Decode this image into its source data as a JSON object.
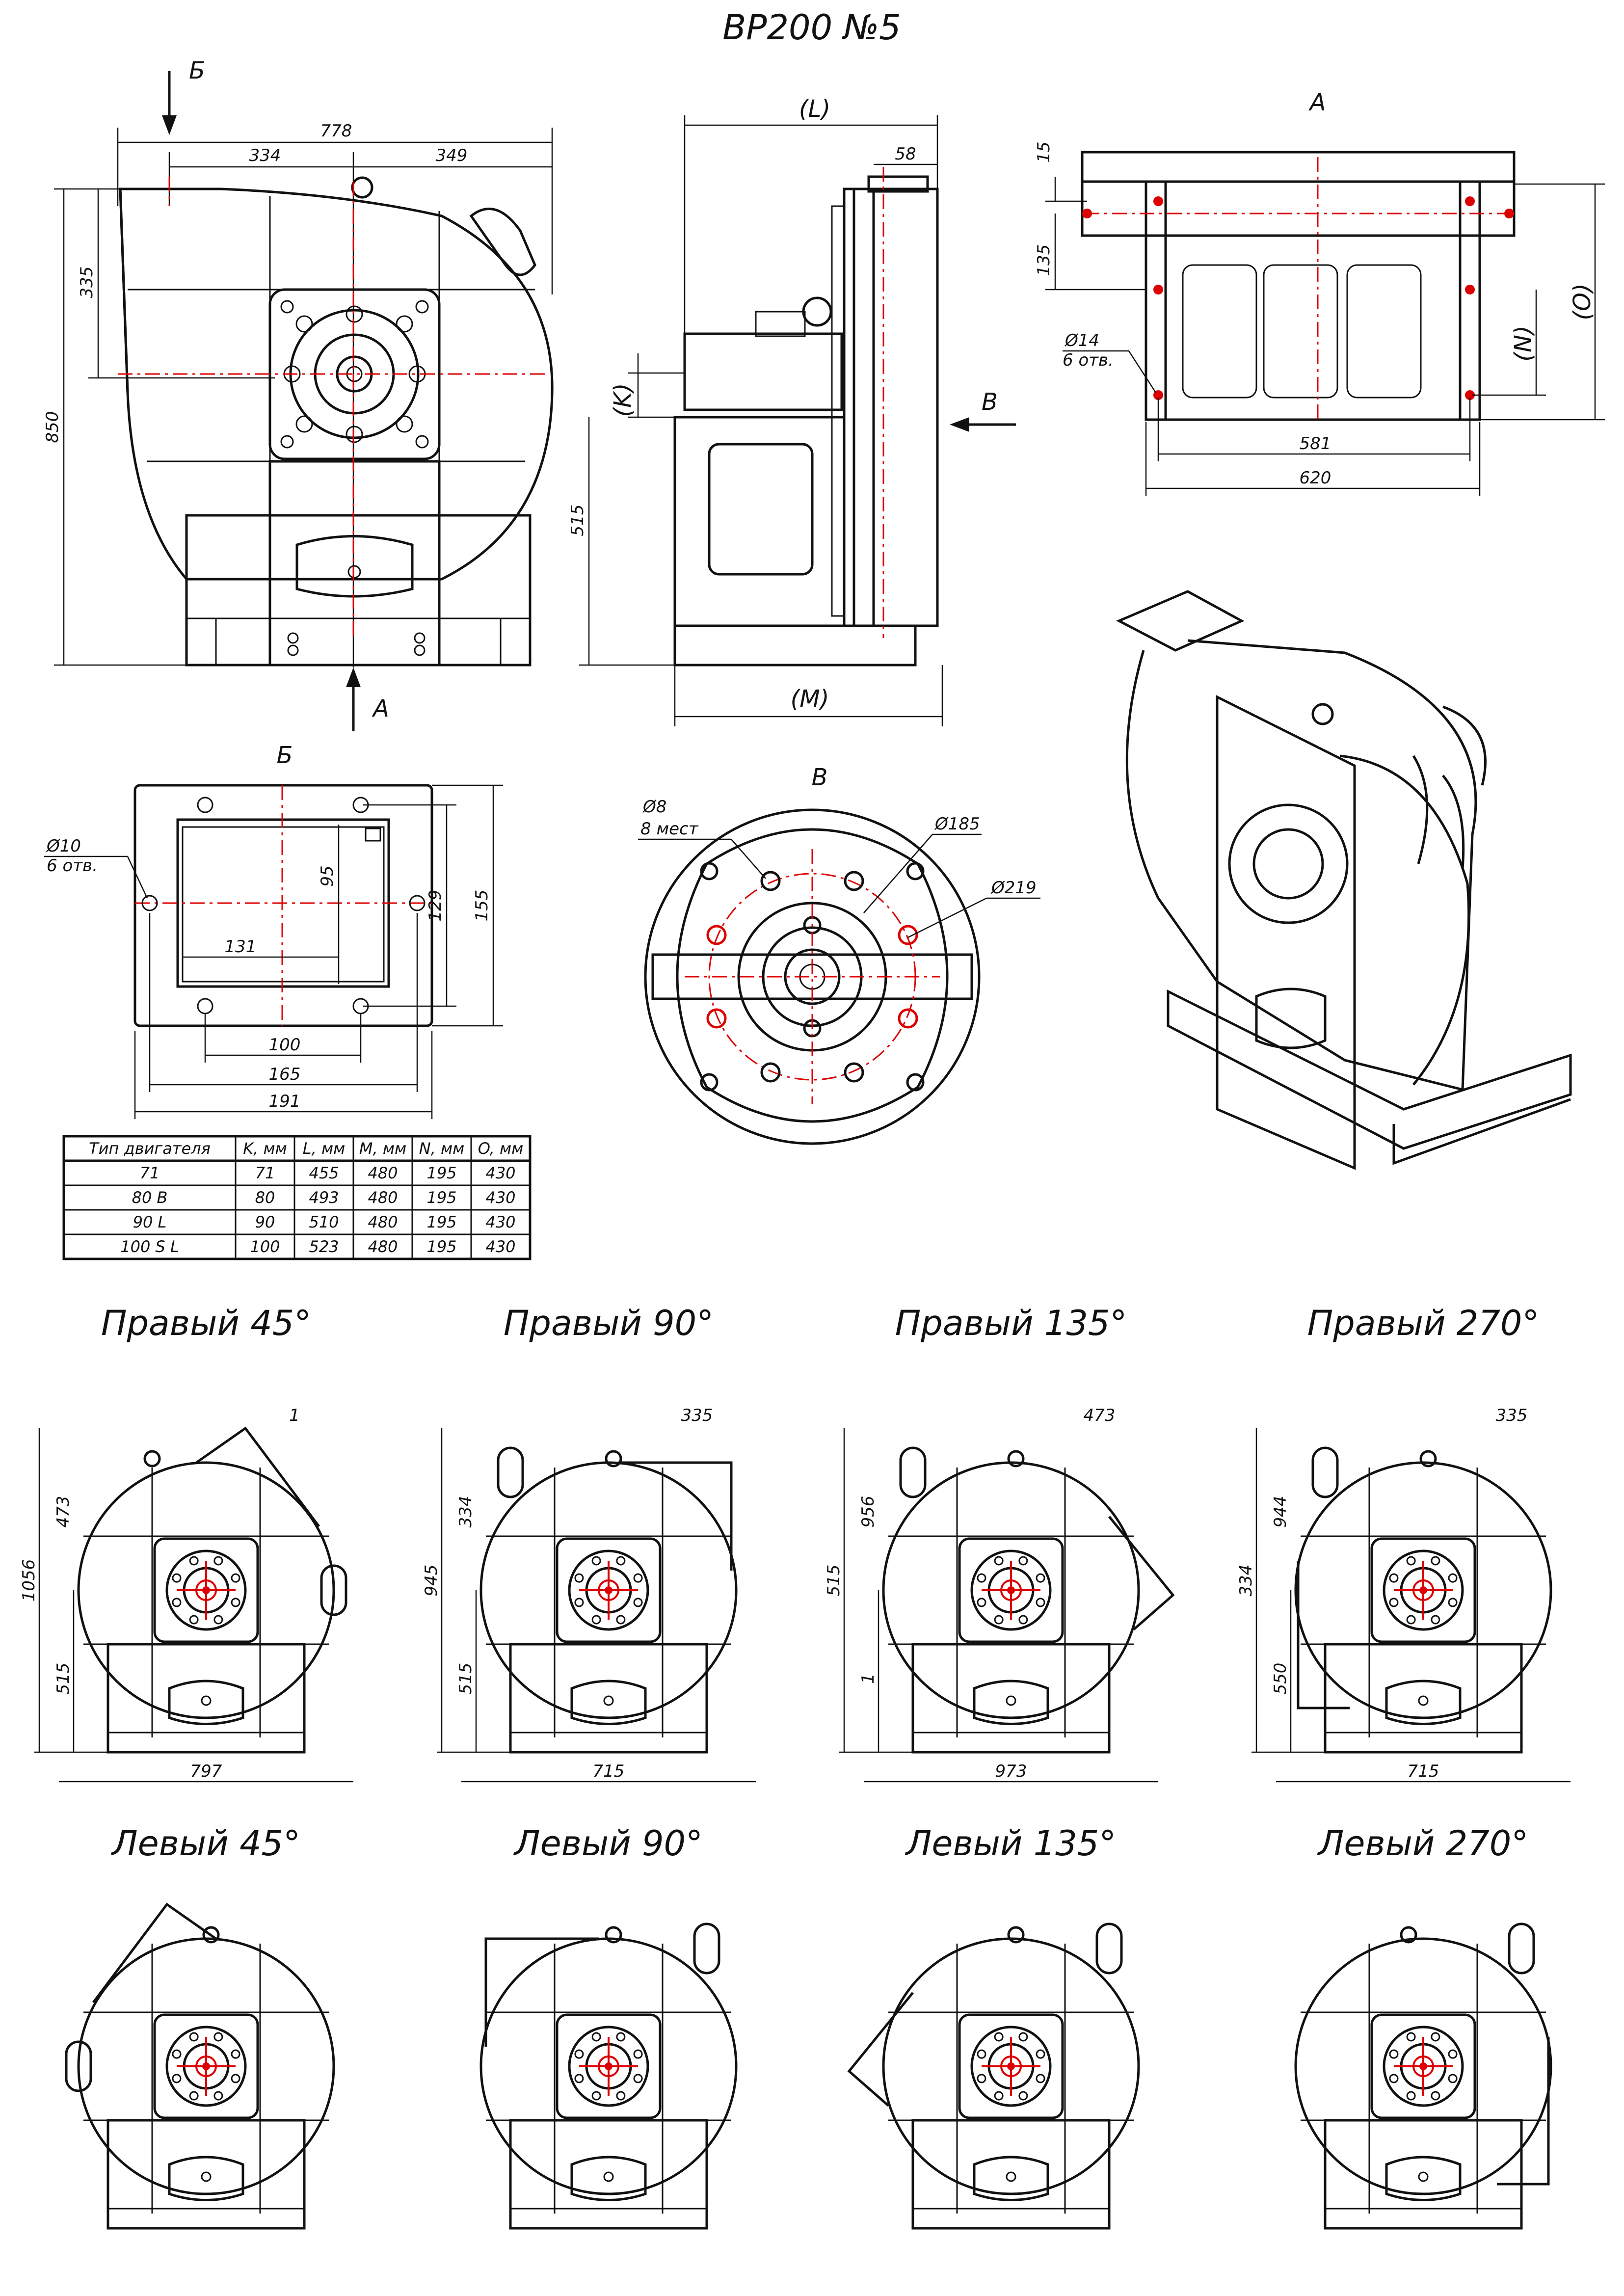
{
  "title": "ВР200 №5",
  "front_view": {
    "dims": {
      "overall_width": "778",
      "left": "334",
      "right": "349",
      "height": "850",
      "upper": "335"
    },
    "arrow_top": "Б",
    "arrow_bottom": "А"
  },
  "side_view": {
    "dims": {
      "L": "(L)",
      "flange": "58",
      "K": "(K)",
      "height": "515",
      "M": "(M)"
    },
    "arrow": "В"
  },
  "view_A": {
    "label": "А",
    "dims": {
      "d15": "15",
      "d135": "135",
      "hole": "Ø14",
      "hole_note": "6 отв.",
      "N": "(N)",
      "O": "(O)",
      "w581": "581",
      "w620": "620"
    }
  },
  "view_B": {
    "label": "Б",
    "dims": {
      "hole": "Ø10",
      "hole_note": "6 отв.",
      "d95": "95",
      "d131": "131",
      "d129": "129",
      "d155": "155",
      "d100": "100",
      "d165": "165",
      "d191": "191"
    }
  },
  "view_V": {
    "label": "В",
    "dims": {
      "hole": "Ø8",
      "hole_note": "8 мест",
      "d185": "Ø185",
      "d219": "Ø219"
    }
  },
  "motor_table": {
    "headers": [
      "Тип двигателя",
      "K, мм",
      "L, мм",
      "M, мм",
      "N, мм",
      "O, мм"
    ],
    "rows": [
      [
        "71",
        "71",
        "455",
        "480",
        "195",
        "430"
      ],
      [
        "80 B",
        "80",
        "493",
        "480",
        "195",
        "430"
      ],
      [
        "90 L",
        "90",
        "510",
        "480",
        "195",
        "430"
      ],
      [
        "100 S L",
        "100",
        "523",
        "480",
        "195",
        "430"
      ]
    ]
  },
  "positions": [
    {
      "title": "Правый 45°",
      "dims": [
        "1",
        "473",
        "1056",
        "515",
        "797"
      ]
    },
    {
      "title": "Правый 90°",
      "dims": [
        "335",
        "334",
        "945",
        "515",
        "715"
      ]
    },
    {
      "title": "Правый 135°",
      "dims": [
        "473",
        "956",
        "515",
        "1",
        "973"
      ]
    },
    {
      "title": "Правый 270°",
      "dims": [
        "335",
        "944",
        "334",
        "550",
        "715"
      ]
    },
    {
      "title": "Левый 45°",
      "dims": []
    },
    {
      "title": "Левый 90°",
      "dims": []
    },
    {
      "title": "Левый 135°",
      "dims": []
    },
    {
      "title": "Левый 270°",
      "dims": []
    }
  ]
}
